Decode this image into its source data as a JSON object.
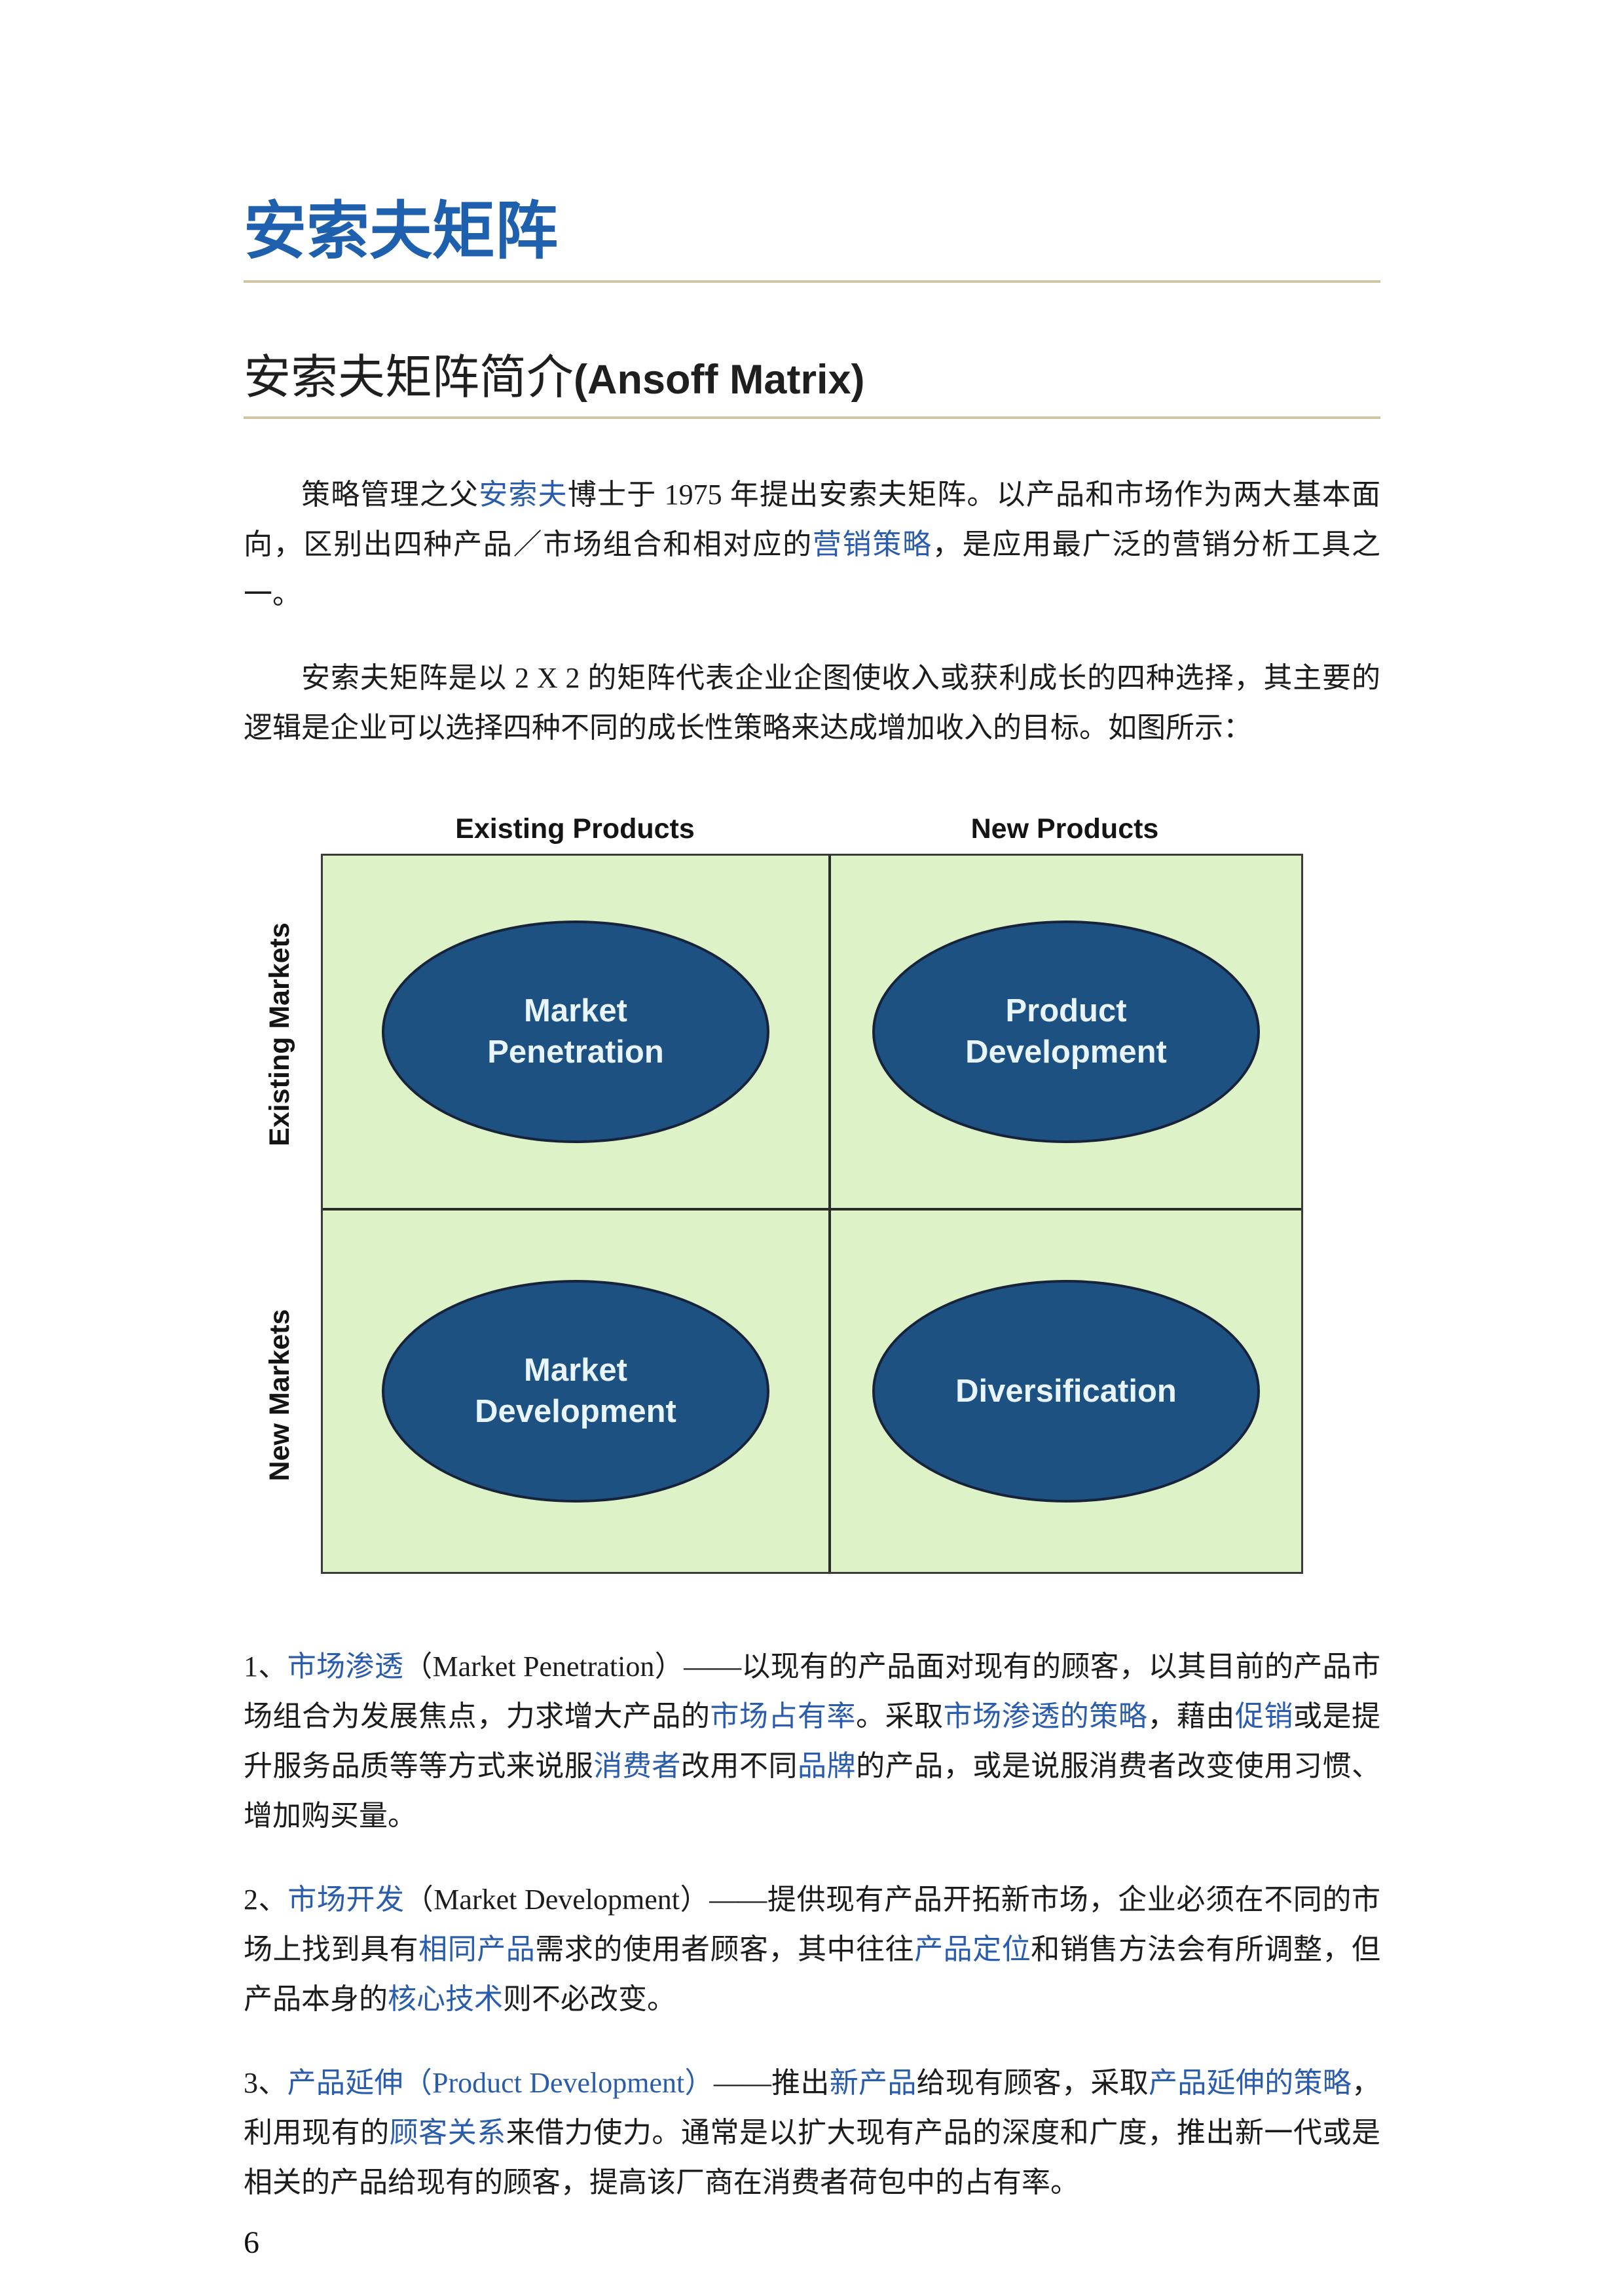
{
  "title": "安索夫矩阵",
  "section_heading": {
    "zh": "安索夫矩阵简介",
    "en": "(Ansoff Matrix)"
  },
  "intro_paragraphs": [
    {
      "segments": [
        {
          "t": "策略管理之父"
        },
        {
          "t": "安索夫",
          "link": true
        },
        {
          "t": "博士于 1975 年提出安索夫矩阵。以产品和市场作为两大基本面向，区别出四种产品／市场组合和相对应的"
        },
        {
          "t": "营销策略",
          "link": true
        },
        {
          "t": "，是应用最广泛的营销分析工具之一。"
        }
      ]
    },
    {
      "segments": [
        {
          "t": "安索夫矩阵是以 2 X 2 的矩阵代表企业企图使收入或获利成长的四种选择，其主要的逻辑是企业可以选择四种不同的成长性策略来达成增加收入的目标。如图所示："
        }
      ]
    }
  ],
  "diagram": {
    "col_labels": [
      "Existing Products",
      "New Products"
    ],
    "row_labels": [
      "Existing Markets",
      "New Markets"
    ],
    "quadrants": [
      {
        "lines": [
          "Market",
          "Penetration"
        ]
      },
      {
        "lines": [
          "Product",
          "Development"
        ]
      },
      {
        "lines": [
          "Market",
          "Development"
        ]
      },
      {
        "lines": [
          "Diversification"
        ]
      }
    ],
    "colors": {
      "cell_green": "#ddf2c6",
      "ellipse_blue": "#1c5182",
      "ellipse_text": "#e9f5fd"
    }
  },
  "numbered_paragraphs": [
    {
      "segments": [
        {
          "t": "1、"
        },
        {
          "t": "市场渗透",
          "link": true
        },
        {
          "t": "（Market Penetration）——以现有的产品面对现有的顾客，以其目前的产品市场组合为发展焦点，力求增大产品的"
        },
        {
          "t": "市场占有率",
          "link": true
        },
        {
          "t": "。采取"
        },
        {
          "t": "市场渗透的策略",
          "link": true
        },
        {
          "t": "，藉由"
        },
        {
          "t": "促销",
          "link": true
        },
        {
          "t": "或是提升服务品质等等方式来说服"
        },
        {
          "t": "消费者",
          "link": true
        },
        {
          "t": "改用不同"
        },
        {
          "t": "品牌",
          "link": true
        },
        {
          "t": "的产品，或是说服消费者改变使用习惯、增加购买量。"
        }
      ]
    },
    {
      "segments": [
        {
          "t": "2、"
        },
        {
          "t": "市场开发",
          "link": true
        },
        {
          "t": "（Market Development）——提供现有产品开拓新市场，企业必须在不同的市场上找到具有"
        },
        {
          "t": "相同产品",
          "link": true
        },
        {
          "t": "需求的使用者顾客，其中往往"
        },
        {
          "t": "产品定位",
          "link": true
        },
        {
          "t": "和销售方法会有所调整，但产品本身的"
        },
        {
          "t": "核心技术",
          "link": true
        },
        {
          "t": "则不必改变。"
        }
      ]
    },
    {
      "segments": [
        {
          "t": "3、"
        },
        {
          "t": "产品延伸（Product Development）",
          "link": true
        },
        {
          "t": "——推出"
        },
        {
          "t": "新产品",
          "link": true
        },
        {
          "t": "给现有顾客，采取"
        },
        {
          "t": "产品延伸的策略",
          "link": true
        },
        {
          "t": "，利用现有的"
        },
        {
          "t": "顾客关系",
          "link": true
        },
        {
          "t": "来借力使力。通常是以扩大现有产品的深度和广度，推出新一代或是相关的产品给现有的顾客，提高该厂商在消费者荷包中的占有率。"
        }
      ]
    }
  ],
  "page": {
    "number": "6"
  },
  "colors": {
    "title_blue": "#1e5fae",
    "link_blue": "#2a5cae",
    "rule_tan": "#cfc7a3"
  }
}
